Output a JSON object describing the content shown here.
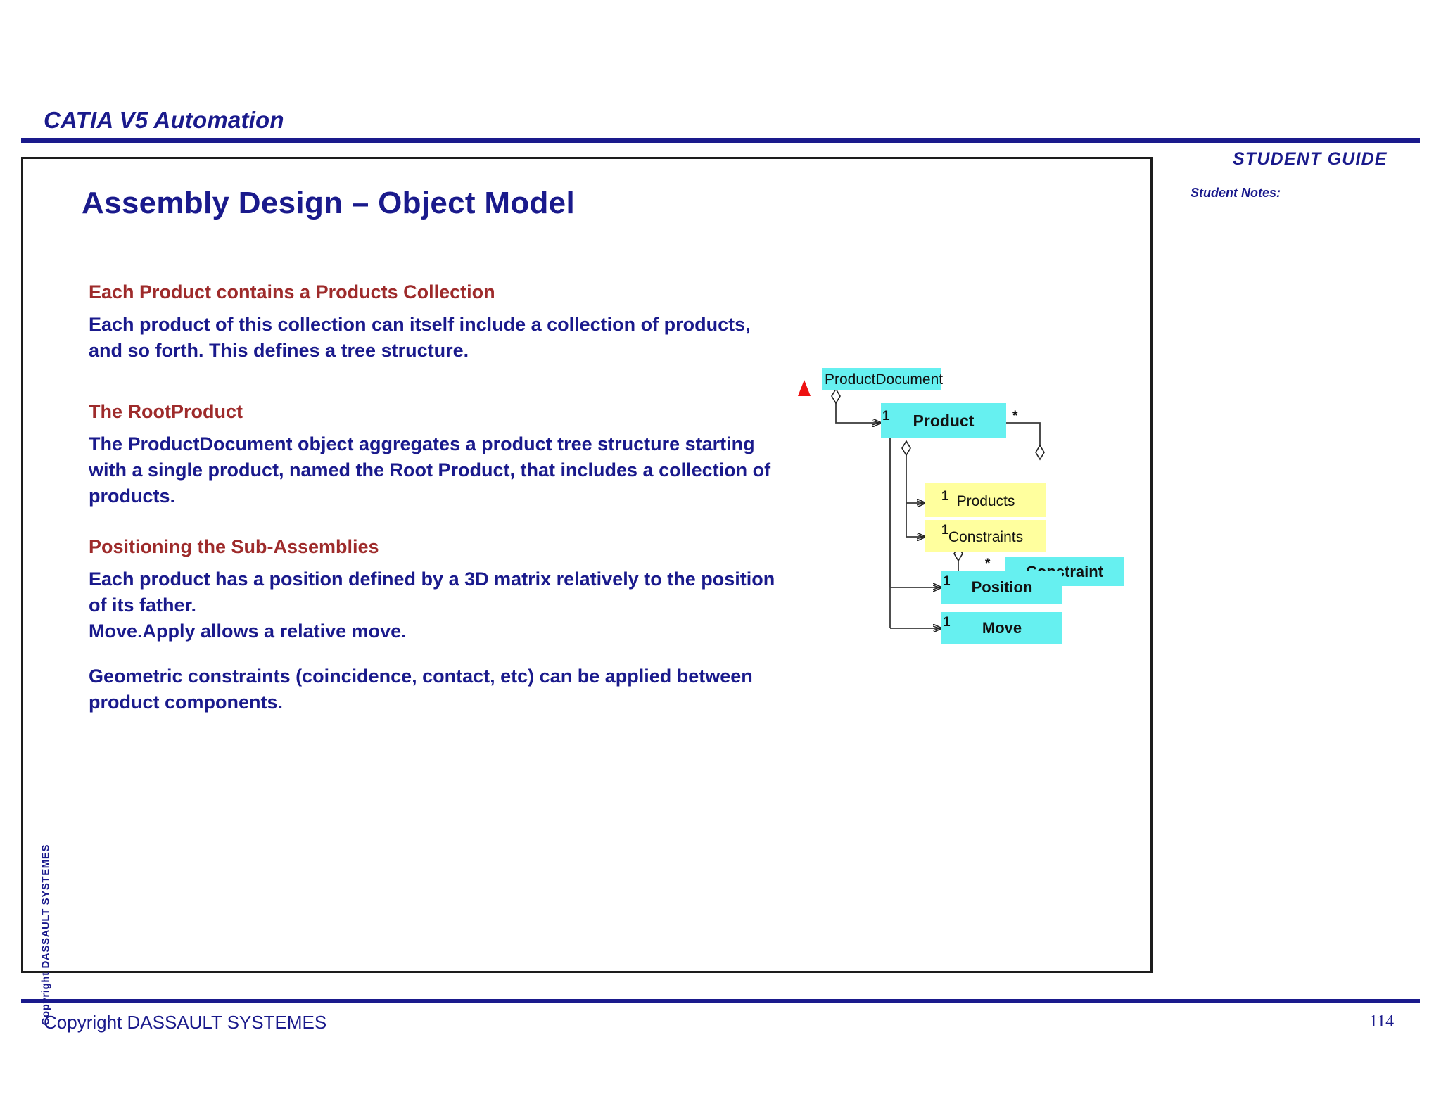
{
  "header": {
    "course_title": "CATIA V5 Automation",
    "guide_label": "STUDENT GUIDE",
    "notes_label": "Student Notes:"
  },
  "slide": {
    "title": "Assembly Design – Object Model",
    "vertical_copyright": "Copyright DASSAULT SYSTEMES",
    "sections": [
      {
        "heading": "Each Product contains a Products Collection",
        "body": "Each product of this collection can itself include a collection of products, and so forth. This defines a tree structure."
      },
      {
        "heading": "The RootProduct",
        "body": "The ProductDocument object aggregates a product tree structure starting with a single product, named the Root Product, that includes a collection of products."
      },
      {
        "heading": "Positioning the Sub-Assemblies",
        "body": "Each product has a position defined by a 3D matrix relatively to the position of its father.\nMove.Apply allows a relative move."
      },
      {
        "heading": "",
        "body": "Geometric constraints (coincidence, contact, etc) can be applied between product components."
      }
    ]
  },
  "diagram": {
    "type": "uml-object-model",
    "icon": "red-triangle-icon",
    "nodes": [
      {
        "id": "productdocument",
        "label": "ProductDocument",
        "fill": "#66f0f0",
        "bold": false
      },
      {
        "id": "product",
        "label": "Product",
        "fill": "#66f0f0",
        "bold": true
      },
      {
        "id": "products",
        "label": "Products",
        "fill": "#ffff9e",
        "bold": false
      },
      {
        "id": "constraints",
        "label": "Constraints",
        "fill": "#ffff9e",
        "bold": false
      },
      {
        "id": "constraint",
        "label": "Constraint",
        "fill": "#66f0f0",
        "bold": true
      },
      {
        "id": "position",
        "label": "Position",
        "fill": "#66f0f0",
        "bold": true
      },
      {
        "id": "move",
        "label": "Move",
        "fill": "#66f0f0",
        "bold": true
      }
    ],
    "edges": [
      {
        "from": "productdocument",
        "to": "product",
        "multiplicity": "1"
      },
      {
        "from": "product",
        "to": "products",
        "multiplicity": "1"
      },
      {
        "from": "product",
        "to": "constraints",
        "multiplicity": "1"
      },
      {
        "from": "product",
        "to": "position",
        "multiplicity": "1"
      },
      {
        "from": "product",
        "to": "move",
        "multiplicity": "1"
      },
      {
        "from": "products",
        "to": "product",
        "multiplicity": "*"
      },
      {
        "from": "constraints",
        "to": "constraint",
        "multiplicity": "*"
      }
    ],
    "multiplicity_labels": [
      "1",
      "*",
      "1",
      "1",
      "*",
      "1",
      "1"
    ]
  },
  "footer": {
    "copyright": "Copyright DASSAULT SYSTEMES",
    "page_number": "114"
  },
  "colors": {
    "brand_blue": "#1a1a8c",
    "heading_red": "#9e2b2b",
    "node_cyan": "#66f0f0",
    "node_yellow": "#ffff9e",
    "triangle_red": "#ee1111"
  }
}
